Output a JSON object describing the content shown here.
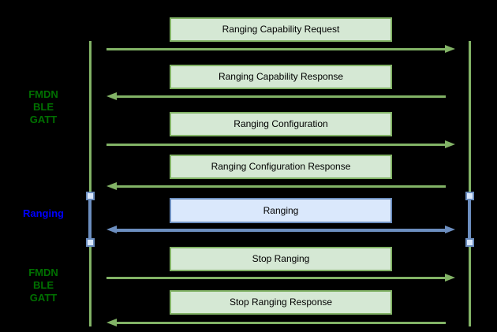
{
  "diagram_type": "sequence-diagram",
  "colors": {
    "background": "#000000",
    "green_fill": "#d5e8d4",
    "green_stroke": "#82b366",
    "blue_fill": "#dae8fc",
    "blue_stroke": "#6c8ebf",
    "side_label_green": "#007000",
    "side_label_blue": "#0000ff",
    "box_text": "#000000"
  },
  "side_labels": {
    "fmdn_top": {
      "lines": [
        "FMDN",
        "BLE",
        "GATT"
      ]
    },
    "ranging": {
      "lines": [
        "Ranging"
      ]
    },
    "fmdn_bottom": {
      "lines": [
        "FMDN",
        "BLE",
        "GATT"
      ]
    }
  },
  "messages": [
    {
      "label": "Ranging Capability Request",
      "direction": "right",
      "color": "green"
    },
    {
      "label": "Ranging Capability Response",
      "direction": "left",
      "color": "green"
    },
    {
      "label": "Ranging Configuration",
      "direction": "right",
      "color": "green"
    },
    {
      "label": "Ranging Configuration Response",
      "direction": "left",
      "color": "green"
    },
    {
      "label": "Ranging",
      "direction": "both",
      "color": "blue"
    },
    {
      "label": "Stop Ranging",
      "direction": "right",
      "color": "green"
    },
    {
      "label": "Stop Ranging Response",
      "direction": "left",
      "color": "green"
    }
  ]
}
